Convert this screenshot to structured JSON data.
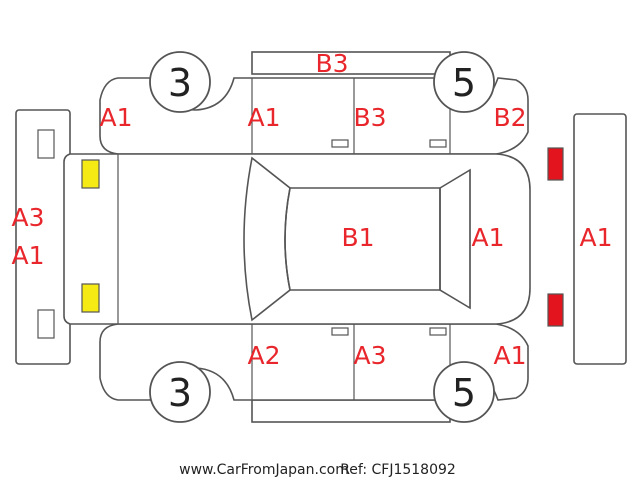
{
  "wheels": {
    "front_left": "3",
    "rear_left": "5",
    "front_right": "3",
    "rear_right": "5"
  },
  "damage_codes": {
    "roof_top_rear": "B3",
    "front_left_fender": "A1",
    "front_left_door": "A1",
    "rear_left_door": "B3",
    "rear_left_quarter": "B2",
    "front_bumper_1": "A3",
    "front_bumper_2": "A1",
    "roof": "B1",
    "rear_window_area": "A1",
    "rear_bumper": "A1",
    "front_right_door": "A2",
    "rear_right_door": "A3",
    "rear_right_quarter": "A1"
  },
  "colors": {
    "code_text": "#e8262b",
    "front_lights": "#f5ea14",
    "rear_lights": "#e3141d"
  },
  "footer": {
    "source": "www.CarFromJapan.com",
    "ref": "Ref: CFJ1518092"
  }
}
